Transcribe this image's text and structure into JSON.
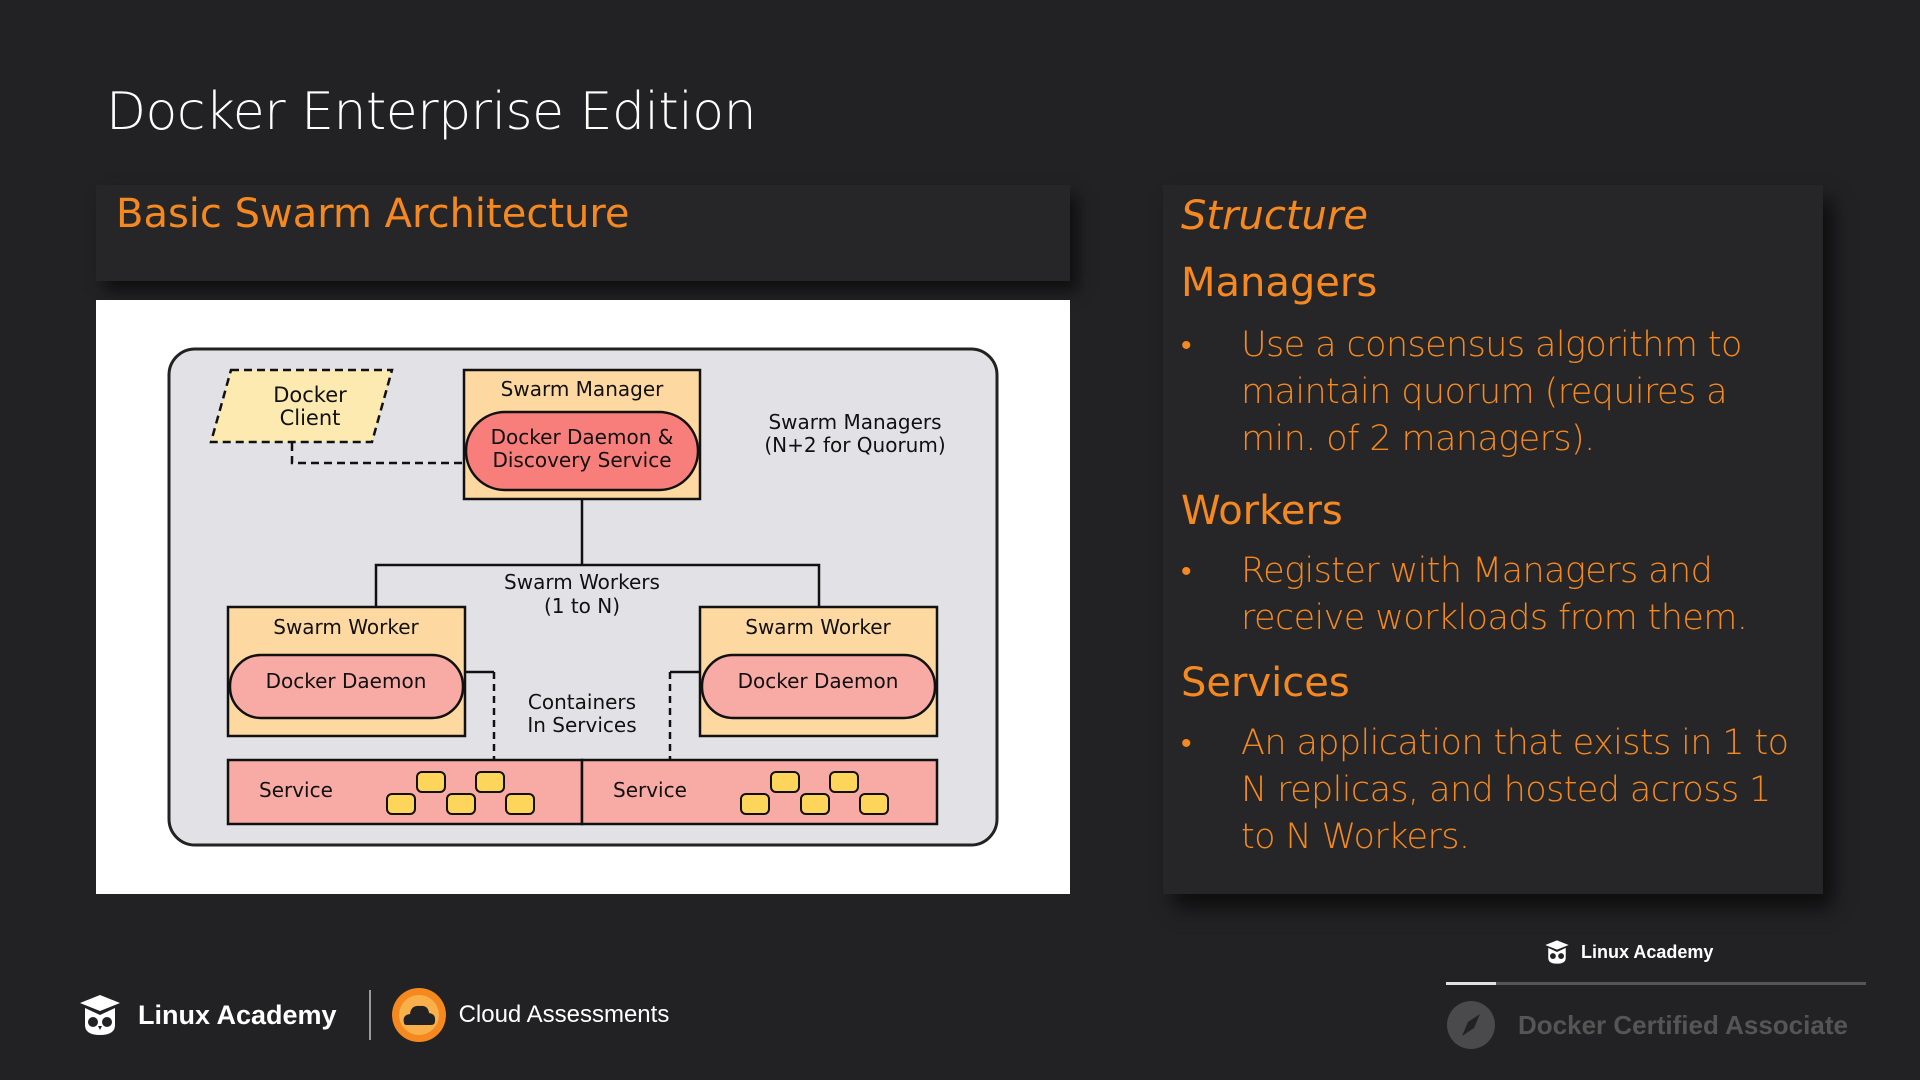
{
  "slide": {
    "title": "Docker Enterprise Edition"
  },
  "left_panel": {
    "header": "Basic Swarm Architecture"
  },
  "diagram": {
    "docker_client": [
      "Docker",
      "Client"
    ],
    "swarm_manager": "Swarm Manager",
    "manager_daemon": [
      "Docker Daemon &",
      "Discovery Service"
    ],
    "swarm_managers_label": [
      "Swarm Managers",
      "(N+2 for Quorum)"
    ],
    "swarm_workers_label": [
      "Swarm Workers",
      "(1 to N)"
    ],
    "worker_title": "Swarm Worker",
    "worker_daemon": "Docker Daemon",
    "containers_label": [
      "Containers",
      "In Services"
    ],
    "service_label": "Service",
    "colors": {
      "manager_fill": "#fdd8a0",
      "daemon_fill": "#f8aaa5",
      "manager_daemon_fill": "#f77e7b",
      "client_fill": "#fceab0",
      "container_fill": "#fcd55a",
      "outer_fill": "#e2e2e6"
    }
  },
  "right_panel": {
    "structure_title": "Structure",
    "sections": [
      {
        "title": "Managers",
        "bullet": "Use a consensus algorithm to maintain quorum (requires a min. of 2 managers)."
      },
      {
        "title": "Workers",
        "bullet": "Register with Managers and receive workloads from them."
      },
      {
        "title": "Services",
        "bullet": "An application that exists in 1 to N replicas, and hosted across 1 to N Workers."
      }
    ],
    "bullet_glyph": "•"
  },
  "footer": {
    "brand": "Linux Academy",
    "product": "Cloud Assessments",
    "course_brand": "Linux Academy",
    "course": "Docker Certified Associate",
    "progress_fraction": 0.12,
    "icons": [
      "owl-icon",
      "cloud-icon",
      "compass-icon"
    ],
    "accent": "#f5891f"
  }
}
